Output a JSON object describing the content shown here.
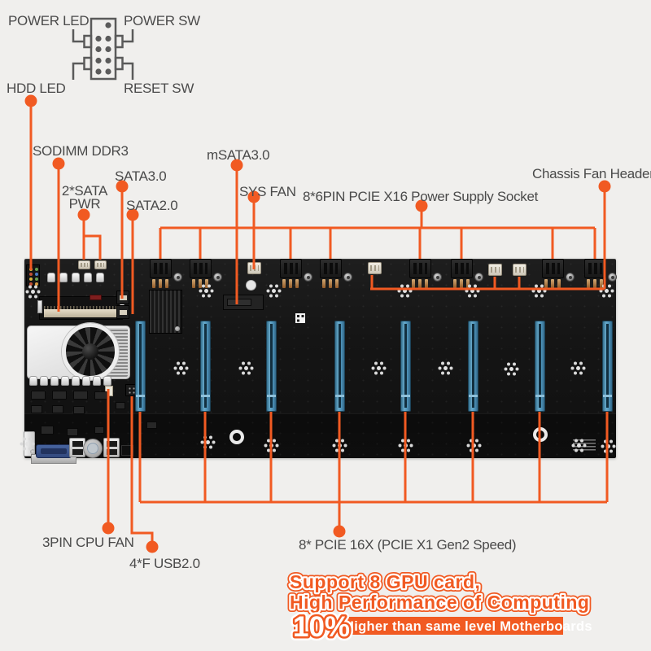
{
  "front_panel_diagram": {
    "power_led": "POWER LED",
    "power_sw": "POWER SW",
    "hdd_led": "HDD LED",
    "reset_sw": "RESET SW"
  },
  "callouts": {
    "sodimm": "SODIMM DDR3",
    "sata3": "SATA3.0",
    "sata_pwr_line1": "2*SATA",
    "sata_pwr_line2": "PWR",
    "sata2": "SATA2.0",
    "msata": "mSATA3.0",
    "sys_fan": "SYS FAN",
    "pcie_power": "8*6PIN PCIE X16 Power Supply Socket",
    "chassis_fan": "Chassis Fan Header",
    "cpu_fan": "3PIN CPU FAN",
    "usb": "4*F USB2.0",
    "pcie_slots": "8* PCIE 16X (PCIE X1 Gen2 Speed)"
  },
  "promo": {
    "line1": "Support 8 GPU card,",
    "line2": "High Performance of Computing",
    "badge": "10%",
    "banner": "Higher than same level Motherboards"
  },
  "board": {
    "pcie_slot_count": 8,
    "power_socket_count": 8,
    "fan_header_count": 4,
    "sata_power_connector_count": 2
  },
  "colors": {
    "accent_orange": "#f15a22",
    "board_black": "#181818",
    "pcie_slot_blue": "#4f94ba",
    "background": "#f0efed",
    "label_gray": "#4a4a4a"
  }
}
